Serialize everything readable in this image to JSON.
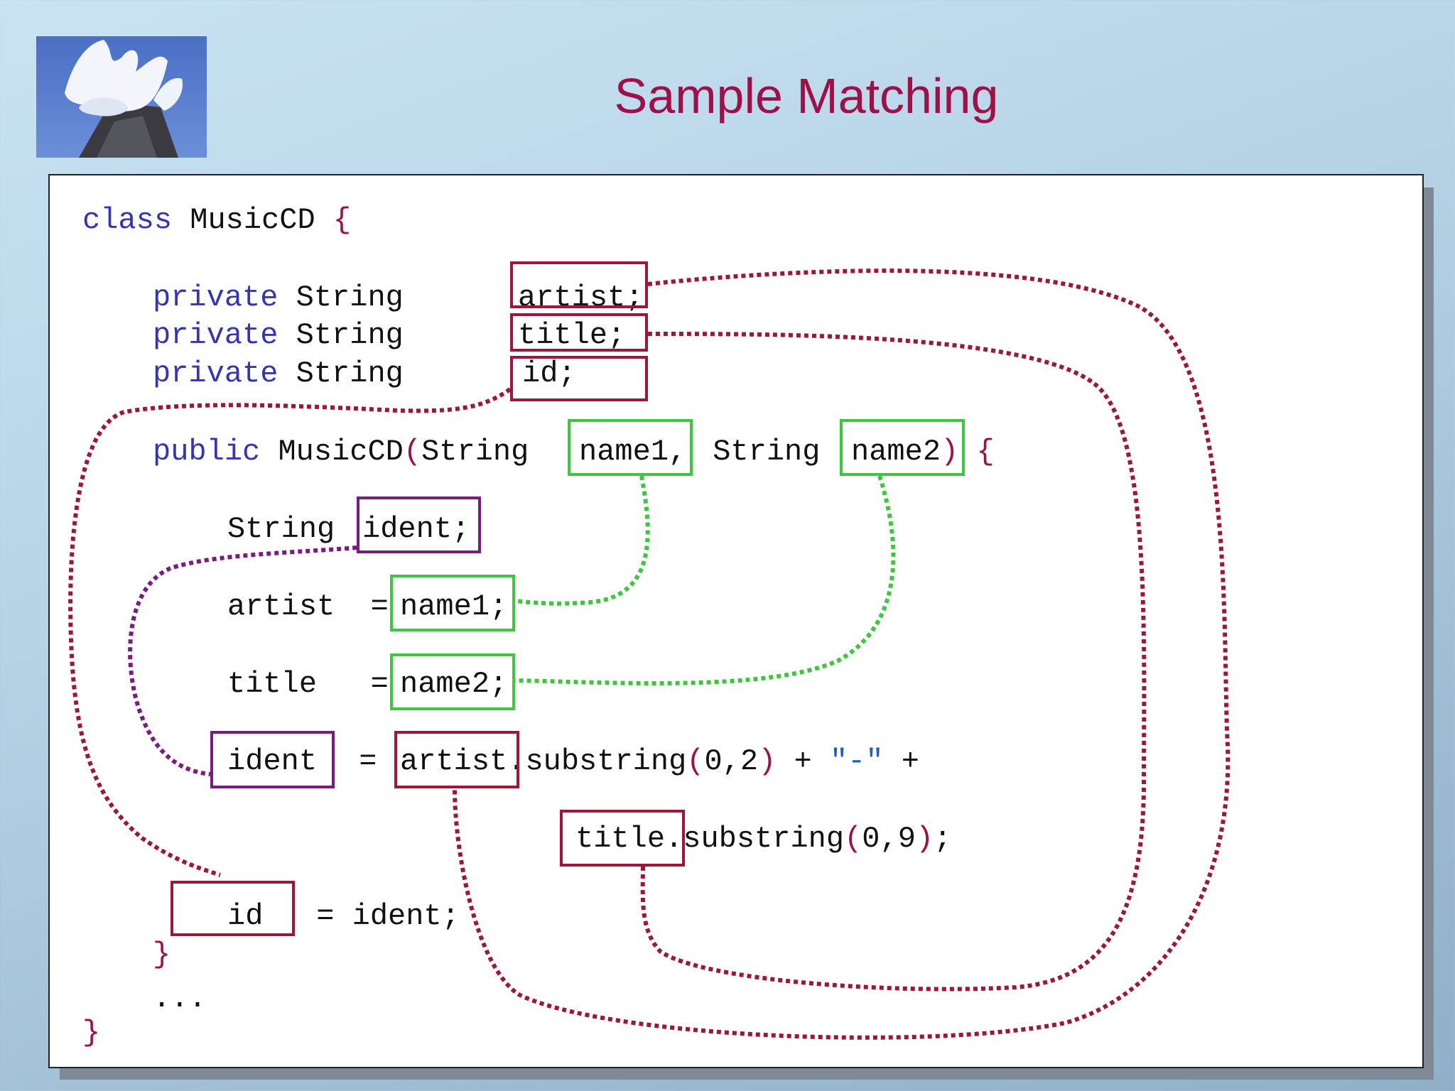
{
  "slide": {
    "title": "Sample Matching"
  },
  "logo": {
    "icon": "wave-crashing-on-rock-photo"
  },
  "colors": {
    "title": "#9e1048",
    "keyword": "#3434b4",
    "brace": "#9e1048",
    "string": "#1f5fbf",
    "red_box": "#9e1638",
    "green_box": "#3cc83c",
    "purple_box": "#7a1a82"
  },
  "code": {
    "line1": {
      "kw": "class",
      "name": " MusicCD ",
      "brace": "{"
    },
    "field_kw": "private",
    "field_type": " String",
    "fields": [
      "artist;",
      "title;",
      "id;"
    ],
    "ctor": {
      "kw": "public",
      "text1": " MusicCD",
      "paren_open": "(",
      "text2": "String ",
      "param1": "name1,",
      "text3": " String ",
      "param2": "name2",
      "paren_close": ")",
      "brace": " {"
    },
    "decl": {
      "type": "String ",
      "var": "ident;"
    },
    "assign1": {
      "lhs": "artist  = ",
      "rhs": "name1;"
    },
    "assign2": {
      "lhs": "title   = ",
      "rhs": "name2;"
    },
    "assign3": {
      "lhs": "ident",
      "eq": " = ",
      "obj": "artist",
      "method": ".substring",
      "args_open": "(",
      "args": "0,2",
      "args_close": ")",
      "plus1": " + ",
      "str": "\"-\"",
      "plus2": " +"
    },
    "assign3b": {
      "obj": "title",
      "method": ".substring",
      "args_open": "(",
      "args": "0,9",
      "args_close": ")",
      "end": ";"
    },
    "assign4": {
      "lhs": "id",
      "rest": " = ident;"
    },
    "close_brace": "}",
    "ellipsis": "...",
    "class_close": "}"
  }
}
